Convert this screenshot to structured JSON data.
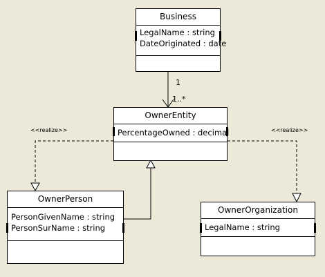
{
  "classes": {
    "business": {
      "name": "Business",
      "attributes": [
        "LegalName : string",
        "DateOriginated : date"
      ]
    },
    "owner_entity": {
      "name": "OwnerEntity",
      "attributes": [
        "PercentageOwned : decimal"
      ]
    },
    "owner_person": {
      "name": "OwnerPerson",
      "attributes": [
        "PersonGivenName : string",
        "PersonSurName : string"
      ]
    },
    "owner_organization": {
      "name": "OwnerOrganization",
      "attributes": [
        "LegalName : string"
      ]
    }
  },
  "associations": {
    "business_owner": {
      "source_multiplicity": "1",
      "target_multiplicity": "1..*"
    }
  },
  "realizations": {
    "left_label": "<<realize>>",
    "right_label": "<<realize>>"
  },
  "colors": {
    "background": "#ECE9D8",
    "box_fill": "#FFFFFF",
    "stroke": "#000000"
  }
}
